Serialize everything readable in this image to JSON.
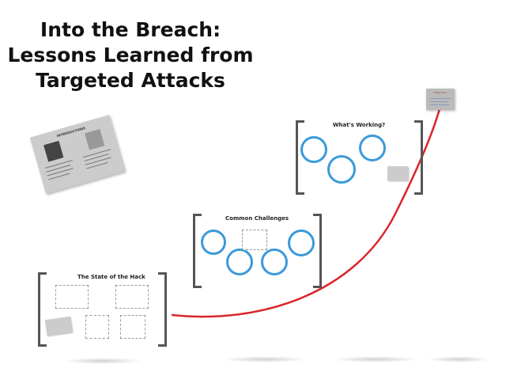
{
  "title": {
    "lines": [
      "Into the Breach:",
      "Lessons Learned from",
      "Targeted Attacks"
    ]
  },
  "frames": {
    "state_of_hack": {
      "title": "The State of the Hack"
    },
    "common_challenges": {
      "title": "Common Challenges"
    },
    "whats_working": {
      "title": "What's Working?"
    }
  },
  "intro_card": {
    "title": "INTRODUCTIONS"
  },
  "thanks_card": {
    "title": "Thank You!"
  },
  "colors": {
    "path": "#d9262c",
    "circle": "#3a9ad9",
    "bracket": "#555555"
  }
}
